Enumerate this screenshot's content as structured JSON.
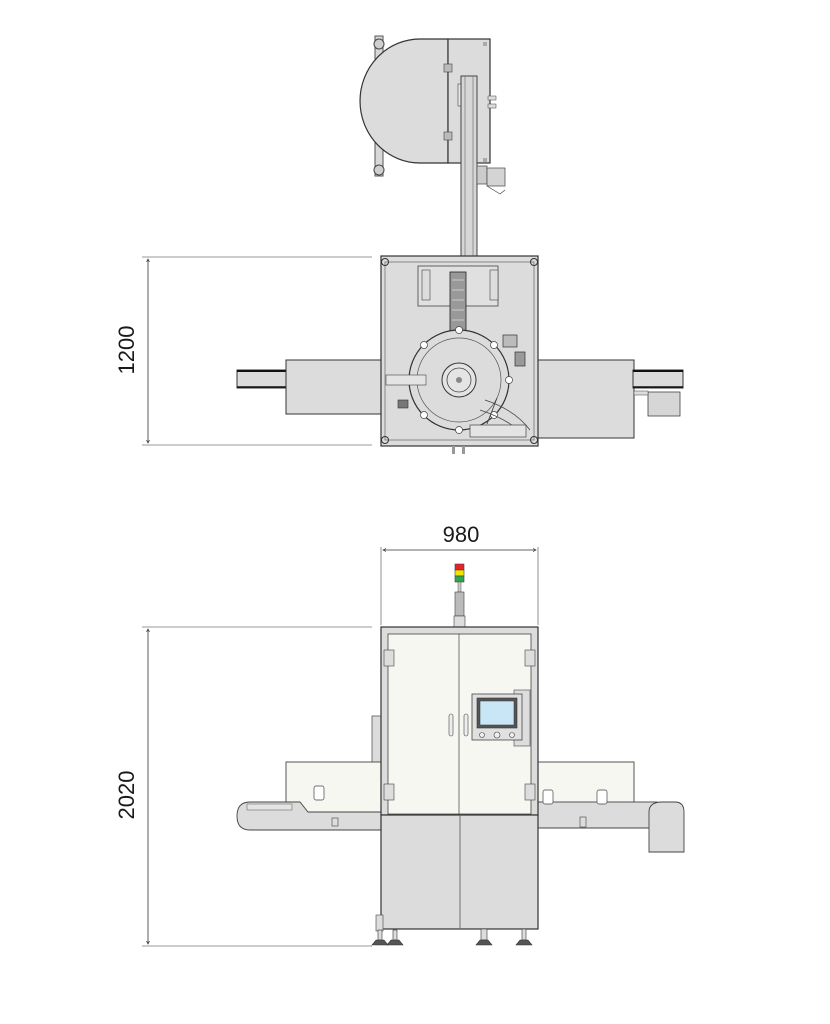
{
  "drawing": {
    "type": "technical-drawing",
    "views": [
      {
        "name": "top-view",
        "dimension_label": "1200",
        "dimension_orientation": "vertical"
      },
      {
        "name": "front-view",
        "width_label": "980",
        "height_label": "2020"
      }
    ]
  },
  "top_view": {
    "depth_dimension": "1200"
  },
  "front_view": {
    "width_dimension": "980",
    "height_dimension": "2020",
    "signal_tower": {
      "lights": [
        {
          "color_name": "red",
          "color": "#e8202a"
        },
        {
          "color_name": "yellow",
          "color": "#f2e400"
        },
        {
          "color_name": "green",
          "color": "#2aa84a"
        }
      ]
    },
    "hmi_screen_color": "#c8e6f5"
  },
  "colors": {
    "body_fill": "#dcdcdc",
    "panel_fill": "#f7f7f2",
    "line": "#555555",
    "dim_line": "#333333"
  }
}
